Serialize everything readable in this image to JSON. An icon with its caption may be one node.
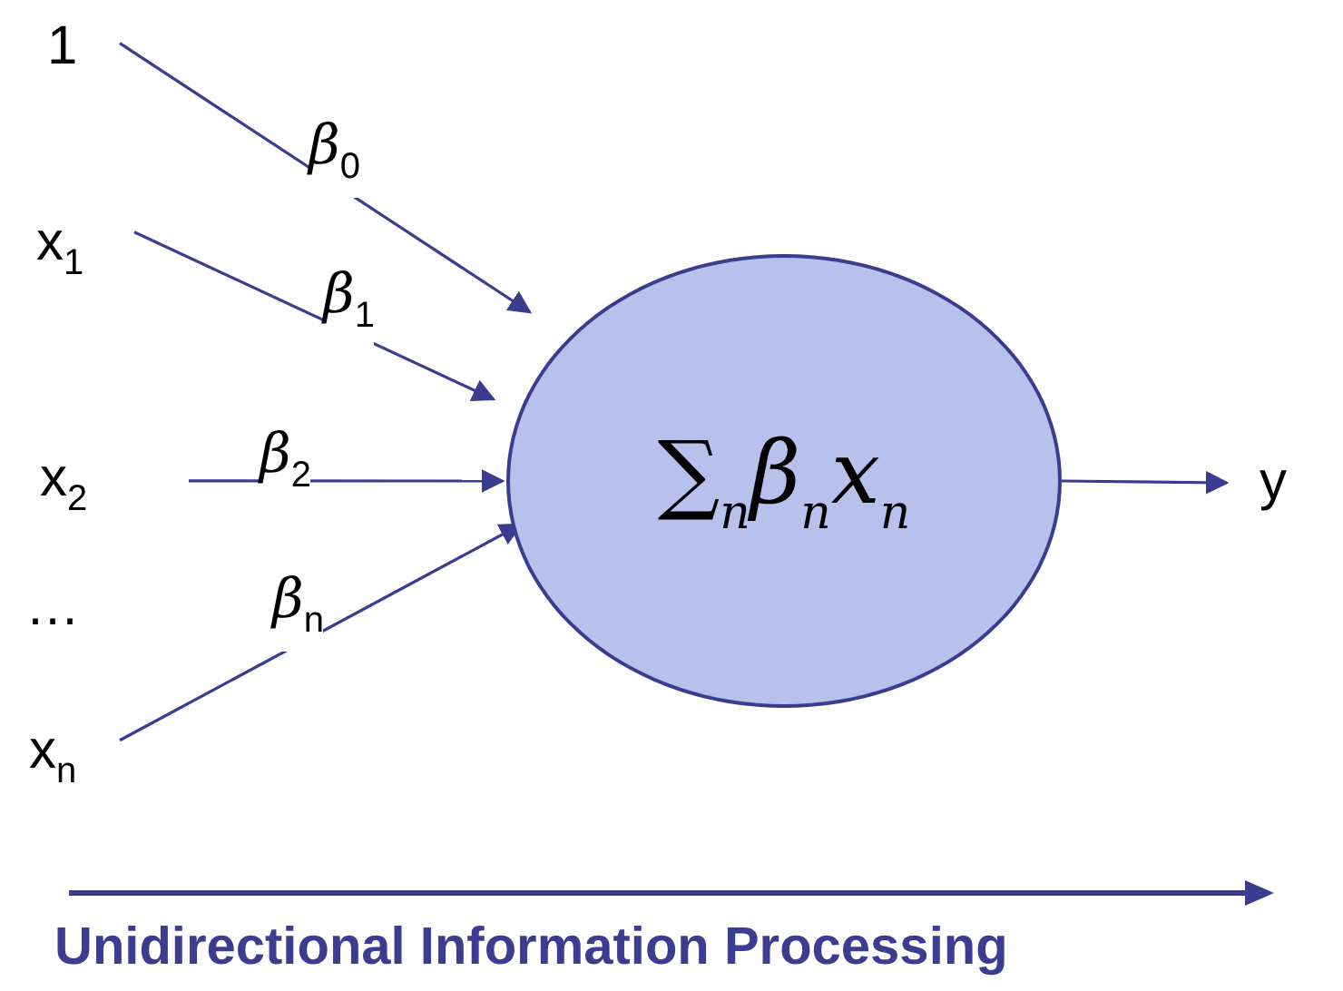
{
  "diagram": {
    "caption": "Unidirectional Information Processing",
    "nodes": [
      {
        "text": [
          "1"
        ]
      },
      {
        "text": [
          "x$_{1}$"
        ]
      },
      {
        "text": [
          "x$_{2}$"
        ]
      },
      {
        "text": [
          "x$_{n}$"
        ]
      },
      {
        "text": [
          "∑$_{n}$β$_{n}$x$_{n}$"
        ]
      },
      {
        "text": [
          "y"
        ]
      }
    ],
    "edges": [
      {
        "from": 0,
        "to": 4,
        "arrow": "to",
        "label": "β$_{0}$"
      },
      {
        "from": 1,
        "to": 4,
        "arrow": "to",
        "label": "β$_{1}$"
      },
      {
        "from": 2,
        "to": 4,
        "arrow": "to",
        "label": "β$_{2}$"
      },
      {
        "from": 3,
        "to": 4,
        "arrow": "to",
        "label": "β$_{n}$"
      },
      {
        "from": 4,
        "to": 5,
        "arrow": "to"
      }
    ],
    "labels": [
      "…"
    ]
  }
}
